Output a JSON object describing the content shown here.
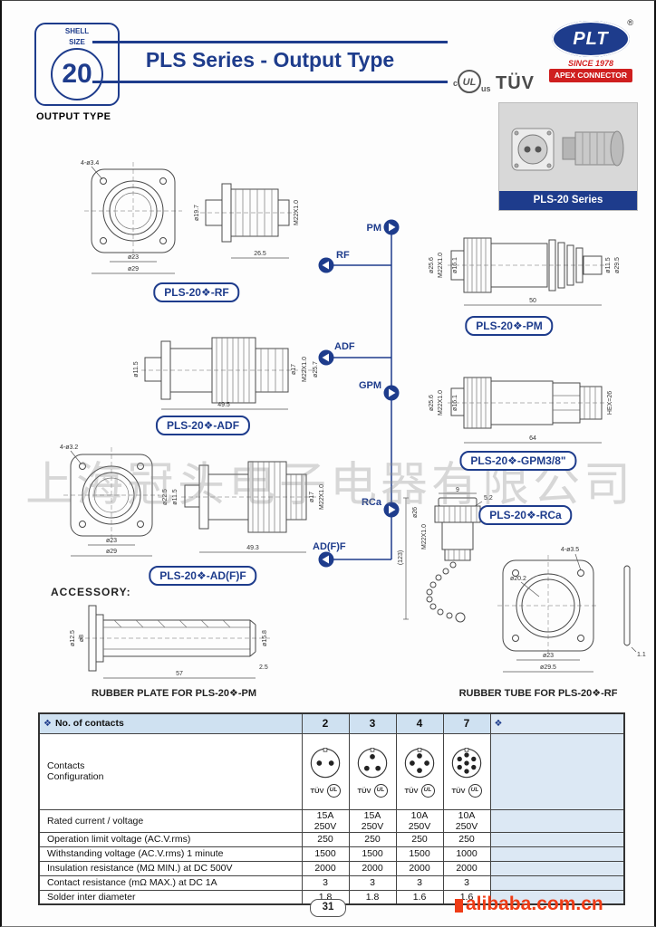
{
  "header": {
    "shell_line1": "SHELL",
    "shell_line2": "SIZE",
    "shell_size": "20",
    "output_type": "OUTPUT TYPE",
    "title": "PLS Series - Output Type",
    "ul_prefix": "c",
    "ul": "UL",
    "ul_suffix": "us",
    "tuv": "TÜV",
    "plt": "PLT",
    "registered": "®",
    "since": "SINCE 1978",
    "apex": "APEX CONNECTOR"
  },
  "photo": {
    "caption": "PLS-20 Series"
  },
  "tree": {
    "pm": "PM",
    "rf": "RF",
    "adf": "ADF",
    "gpm": "GPM",
    "rca": "RCa",
    "adff": "AD(F)F"
  },
  "labels": {
    "rf": "PLS-20❖-RF",
    "pm": "PLS-20❖-PM",
    "adf": "PLS-20❖-ADF",
    "gpm": "PLS-20❖-GPM3/8\"",
    "rca": "PLS-20❖-RCa",
    "adff": "PLS-20❖-AD(F)F"
  },
  "dims": {
    "rf": [
      "4-ø3.4",
      "ø19.7",
      "M22X1.0",
      "ø23",
      "ø29",
      "26.5"
    ],
    "adf": [
      "ø11.5",
      "ø17",
      "M22X1.0",
      "ø25.7",
      "49.5"
    ],
    "adff": [
      "4-ø3.2",
      "ø22.5",
      "ø11.5",
      "ø17",
      "M22X1.0",
      "ø23",
      "ø29",
      "49.3"
    ],
    "pm": [
      "ø25.6",
      "M22X1.0",
      "ø16.1",
      "ø11.5",
      "ø29.5",
      "50"
    ],
    "gpm": [
      "ø25.6",
      "M22X1.0",
      "ø16.1",
      "HEX=26",
      "64"
    ],
    "rca": [
      "9",
      "5.2",
      "ø26",
      "M22X1.0",
      "(123)"
    ],
    "plate": [
      "ø12.5",
      "ø8",
      "ø15.8",
      "57",
      "2.5"
    ],
    "tube": [
      "4-ø3.5",
      "ø20.2",
      "ø23",
      "ø29.5",
      "1.1"
    ]
  },
  "accessory": {
    "title": "ACCESSORY:",
    "plate_caption": "RUBBER PLATE FOR PLS-20❖-PM",
    "tube_caption": "RUBBER TUBE FOR PLS-20❖-RF"
  },
  "table": {
    "diamond": "❖",
    "contacts_header": "No. of contacts",
    "columns": [
      "2",
      "3",
      "4",
      "7"
    ],
    "config_line1": "Contacts",
    "config_line2": "Configuration",
    "tuv": "TÜV",
    "ul": "UL",
    "rows": [
      {
        "label": "Rated current / voltage",
        "values": [
          "15A 250V",
          "15A 250V",
          "10A 250V",
          "10A 250V"
        ]
      },
      {
        "label": "Operation limit voltage (AC.V.rms)",
        "values": [
          "250",
          "250",
          "250",
          "250"
        ]
      },
      {
        "label": "Withstanding voltage (AC.V.rms) 1 minute",
        "values": [
          "1500",
          "1500",
          "1500",
          "1000"
        ]
      },
      {
        "label": "Insulation resistance (MΩ MIN.) at DC 500V",
        "values": [
          "2000",
          "2000",
          "2000",
          "2000"
        ]
      },
      {
        "label": "Contact resistance (mΩ MAX.) at DC 1A",
        "values": [
          "3",
          "3",
          "3",
          "3"
        ]
      },
      {
        "label": "Solder inter diameter",
        "values": [
          "1.8",
          "1.8",
          "1.6",
          "1.6"
        ]
      }
    ]
  },
  "footer": {
    "page_number": "31",
    "site": "alibaba.com.cn"
  },
  "watermark": "上海冠头电子电器有限公司"
}
